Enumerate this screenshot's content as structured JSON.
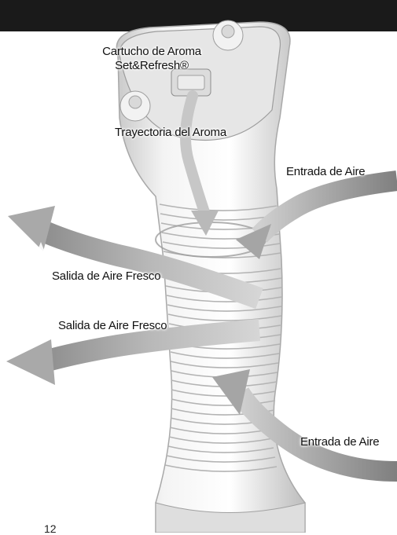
{
  "labels": {
    "cartridge_line1": "Cartucho de Aroma",
    "cartridge_line2": "Set&Refresh®",
    "aroma_path": "Trayectoria del Aroma",
    "air_inlet_top": "Entrada de Aire",
    "fresh_air_out_1": "Salida de Aire Fresco",
    "fresh_air_out_2": "Salida de Aire Fresco",
    "air_inlet_bottom": "Entrada de Aire"
  },
  "page_number": "12",
  "colors": {
    "top_bar": "#1a1a1a",
    "arrow": "#9a9a9a",
    "body": "#e4e4e4"
  }
}
